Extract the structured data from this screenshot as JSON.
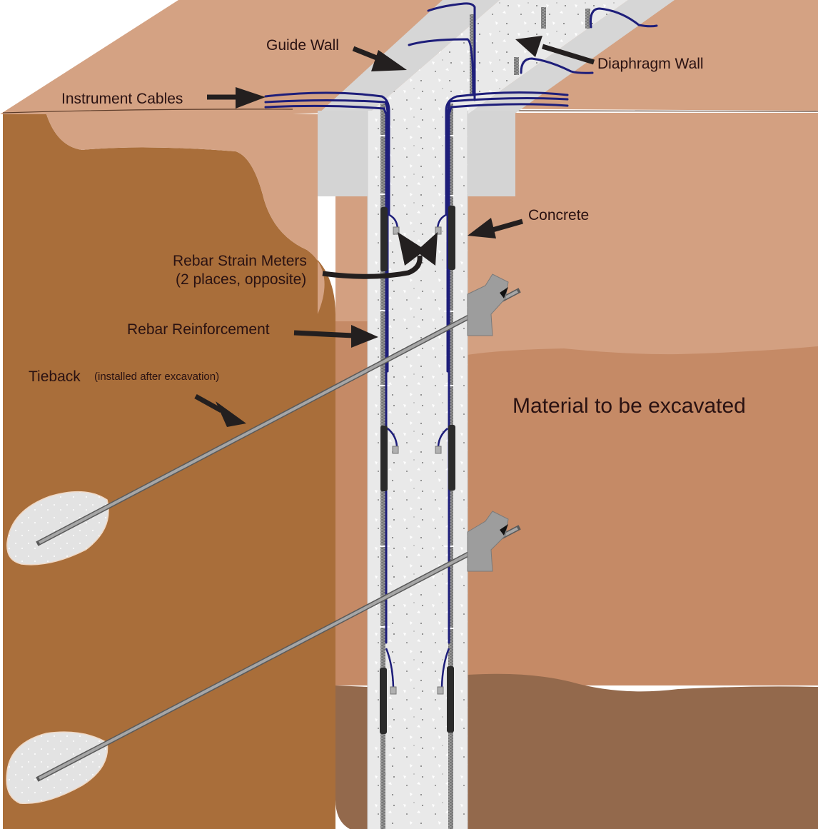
{
  "title": "Diaphragm wall instrumentation with rebar strain meters and tiebacks",
  "labels": {
    "guide_wall": "Guide Wall",
    "diaphragm_wall": "Diaphragm Wall",
    "instrument_cables": "Instrument Cables",
    "concrete": "Concrete",
    "rebar_strain_meters_line1": "Rebar Strain Meters",
    "rebar_strain_meters_line2": "(2 places, opposite)",
    "rebar_reinforcement": "Rebar Reinforcement",
    "tieback": "Tieback",
    "tieback_note": "(installed after excavation)",
    "material_excavated": "Material to be excavated"
  },
  "colors": {
    "surface_soil": "#d4a283",
    "retained_soil": "#a96e3a",
    "excavation_upper": "#d3a081",
    "excavation_middle": "#c58a66",
    "excavation_lower": "#93694c",
    "concrete": "#e8e8e8",
    "guide_wall": "#d6d6d6",
    "cable": "#1e1e7a",
    "rebar": "#8c8c8c",
    "strain_meter": "#2b2b2b",
    "arrow": "#231f1f"
  },
  "components": {
    "strain_meter_levels": 3,
    "tieback_count": 2
  }
}
